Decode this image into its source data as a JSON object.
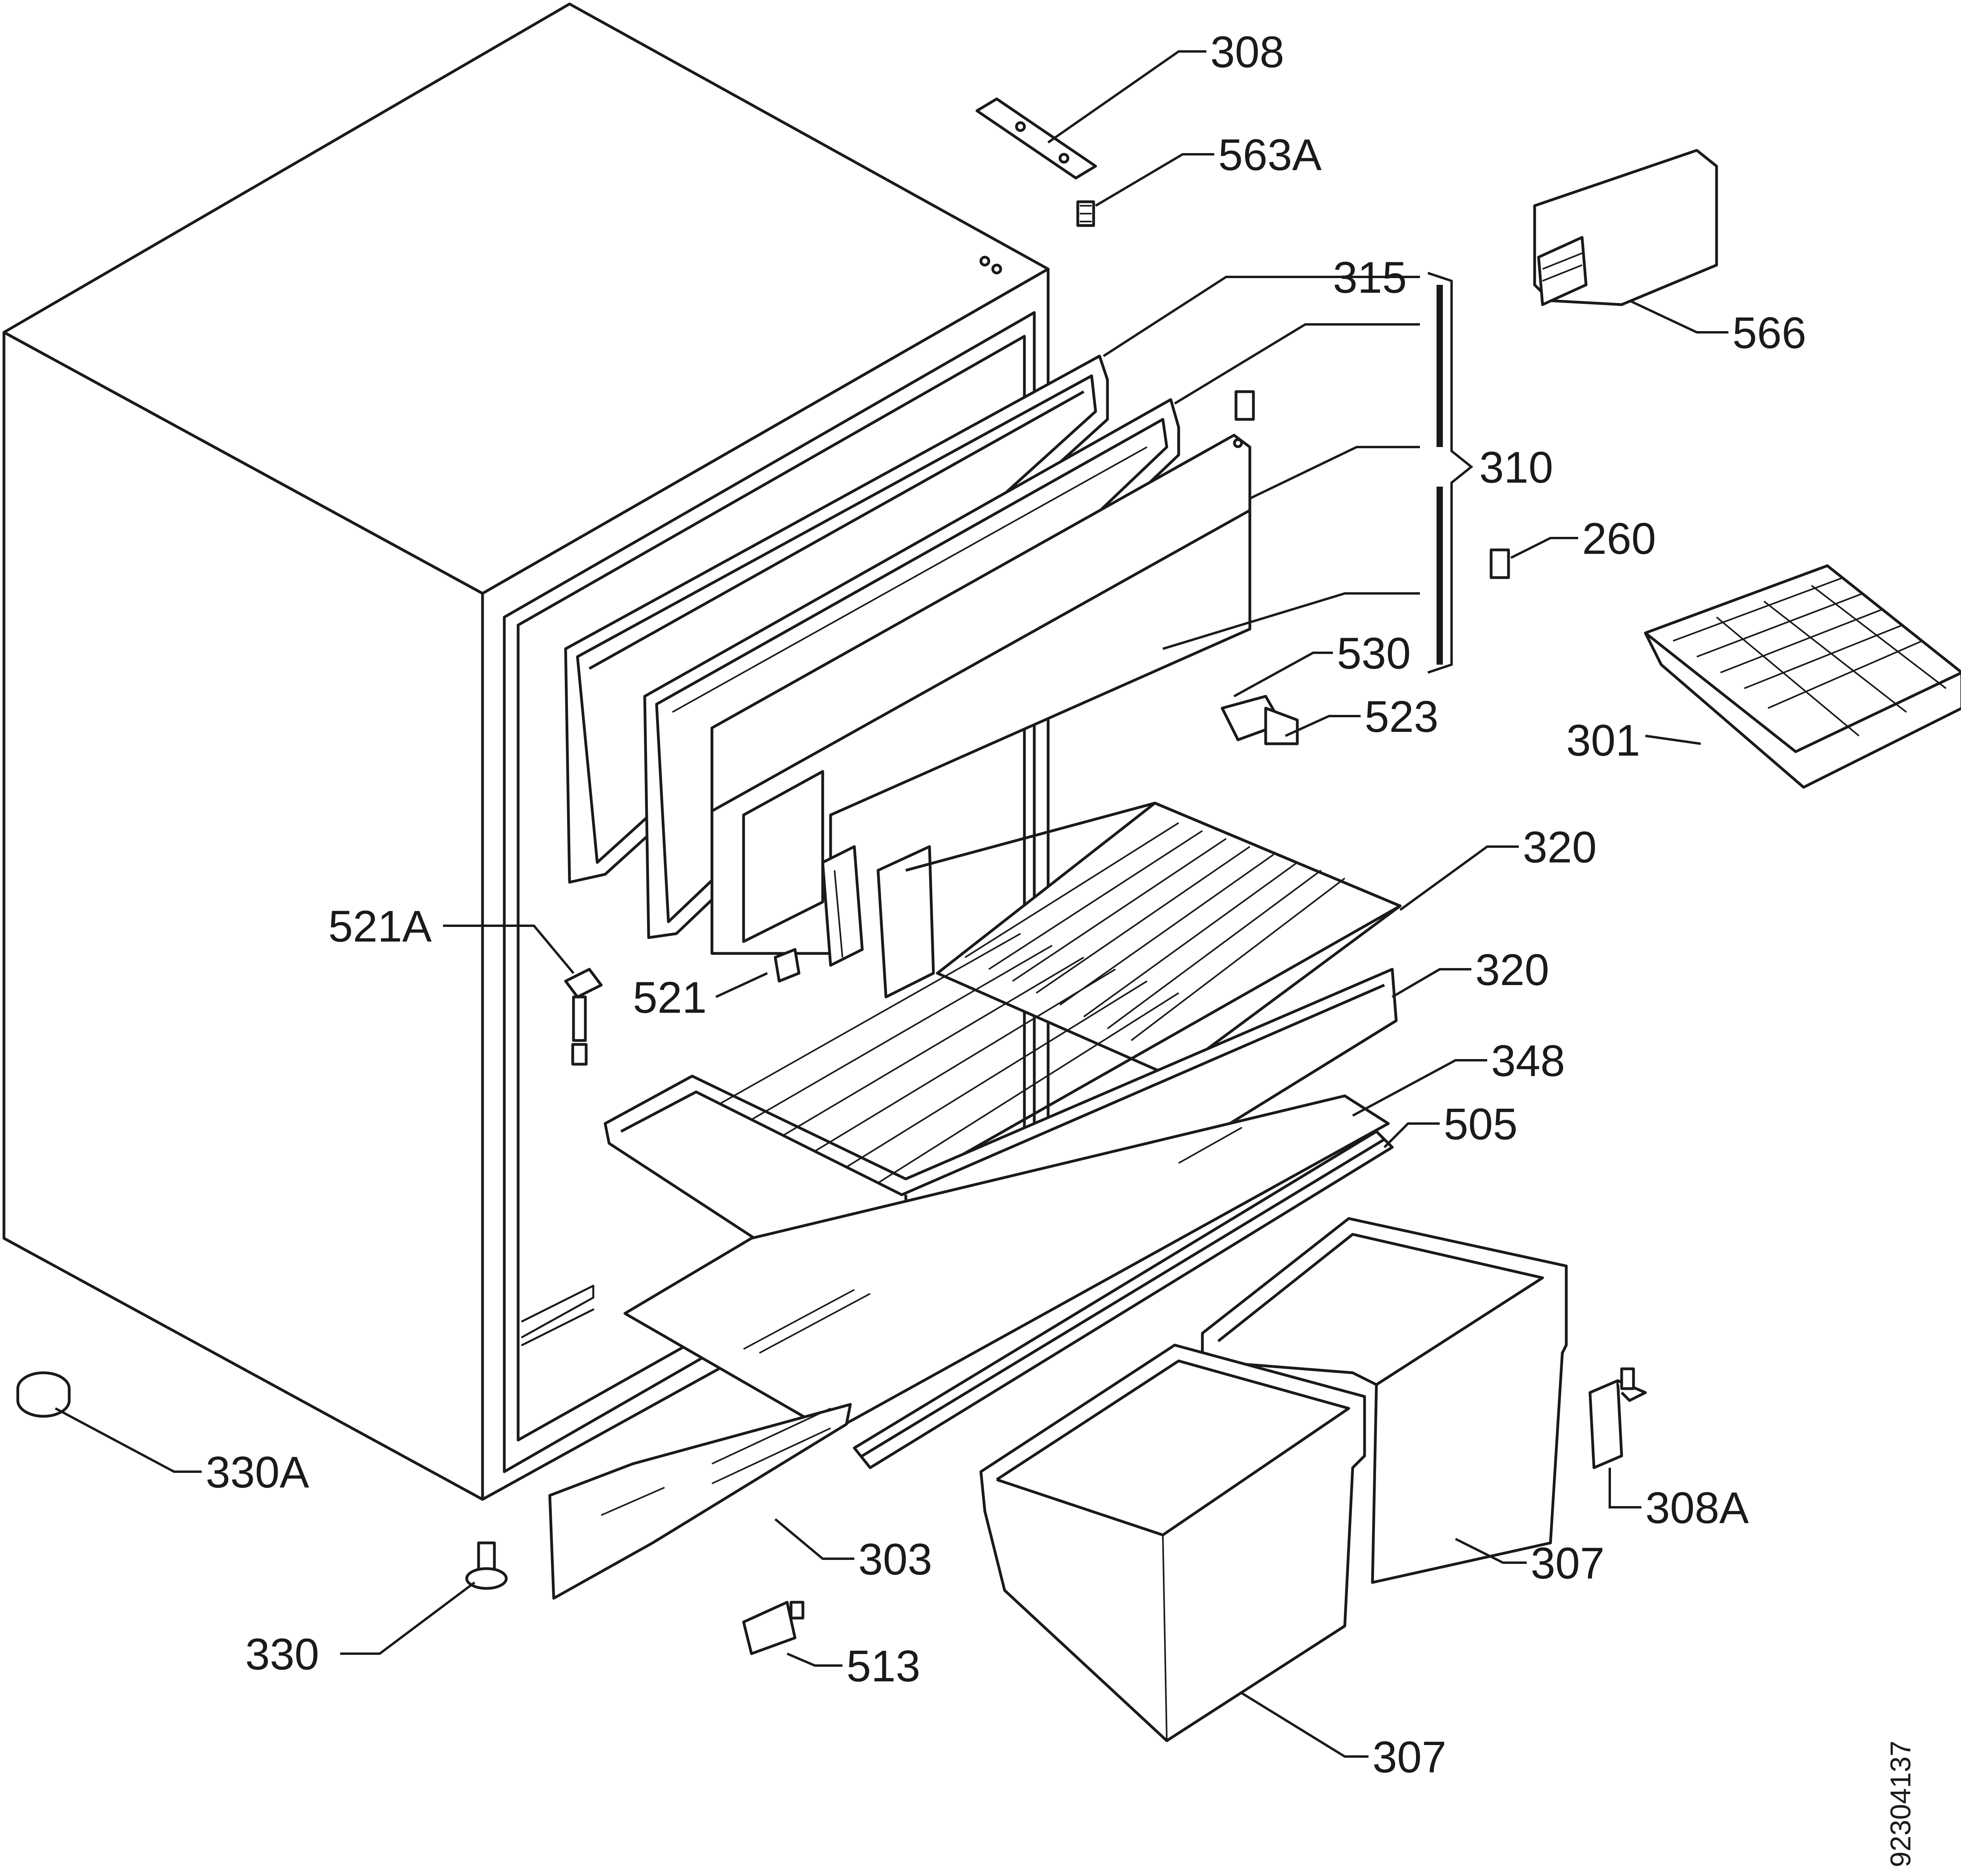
{
  "labels": {
    "l308": "308",
    "l563a": "563A",
    "l566": "566",
    "l315": "315",
    "l310": "310",
    "l260": "260",
    "l530": "530",
    "l523": "523",
    "l301": "301",
    "l320a": "320",
    "l320b": "320",
    "l521a": "521A",
    "l521": "521",
    "l348": "348",
    "l505": "505",
    "l330a": "330A",
    "l303": "303",
    "l307a": "307",
    "l308a": "308A",
    "l330": "330",
    "l513": "513",
    "l307b": "307"
  },
  "drawing_code": "92304137"
}
